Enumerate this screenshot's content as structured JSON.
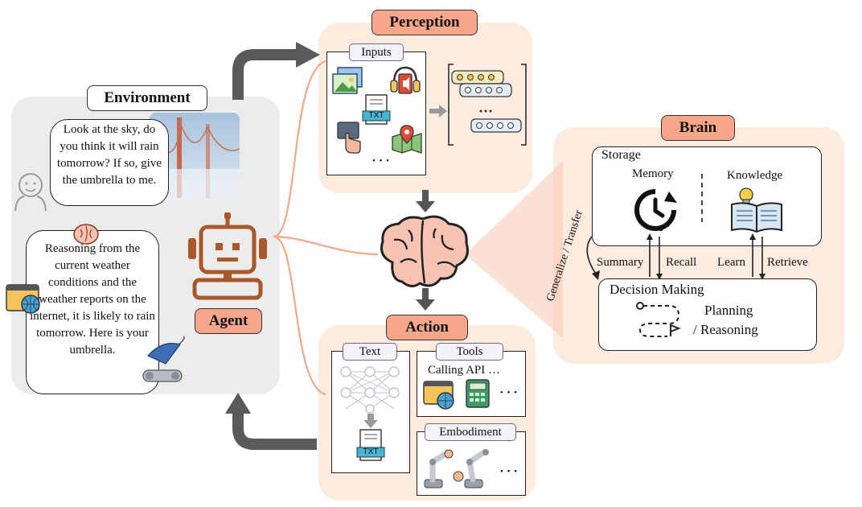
{
  "environment": {
    "title": "Environment",
    "user_message": "Look at the sky, do you think it will rain tomorrow? If so, give the umbrella to me.",
    "agent_message": "Reasoning from the current weather conditions and the weather reports on the internet, it is likely to rain tomorrow. Here is your umbrella.",
    "agent_label": "Agent"
  },
  "perception": {
    "title": "Perception",
    "inputs_label": "Inputs",
    "txt_icon_label": "TXT",
    "ellipsis": "• • •"
  },
  "brain": {
    "title": "Brain",
    "storage_label": "Storage",
    "memory_label": "Memory",
    "knowledge_label": "Knowledge",
    "summary_label": "Summary",
    "recall_label": "Recall",
    "learn_label": "Learn",
    "retrieve_label": "Retrieve",
    "generalize_label": "Generalize / Transfer",
    "decision_label": "Decision Making",
    "planning_label": "Planning",
    "reasoning_label": "/ Reasoning"
  },
  "action": {
    "title": "Action",
    "text_label": "Text",
    "tools_label": "Tools",
    "calling_api_label": "Calling API …",
    "embodiment_label": "Embodiment",
    "txt_icon_label": "TXT",
    "ellipsis": "• • •"
  },
  "colors": {
    "accent": "#f7a789",
    "panel_peach": "#fcebdf",
    "env_gray": "#ececec",
    "agent_brown": "#a8582a",
    "arrow_gray": "#555555"
  }
}
